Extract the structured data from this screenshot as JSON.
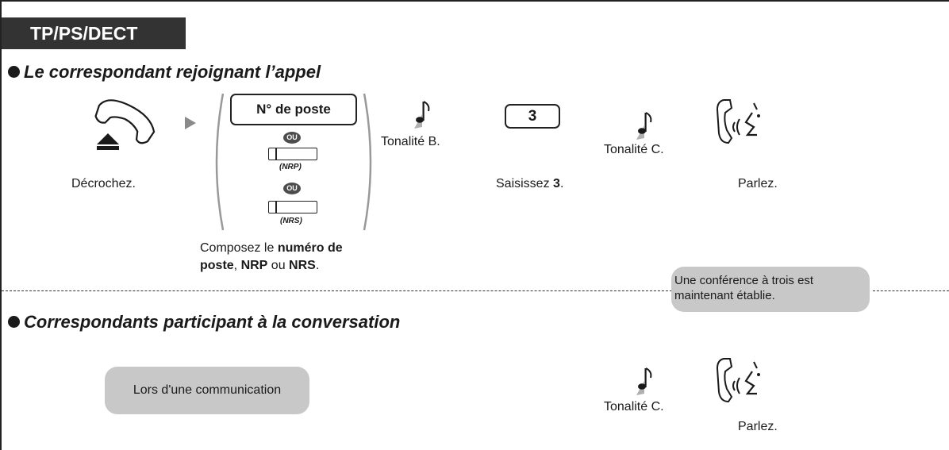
{
  "header": {
    "title": "TP/PS/DECT"
  },
  "section1": {
    "title": "Le correspondant rejoignant l’appel",
    "step_offhook": "Décrochez.",
    "ext_key": "N° de poste",
    "or_label": "OU",
    "nrp_label": "(NRP)",
    "nrs_label": "(NRS)",
    "dial_text_1": "Composez le ",
    "dial_bold_1": "numéro de",
    "dial_bold_2": "poste",
    "dial_text_2": ", ",
    "dial_bold_3": "NRP",
    "dial_text_3": " ou ",
    "dial_bold_4": "NRS",
    "dial_text_4": ".",
    "tone_b": "Tonalité B.",
    "key_3": "3",
    "enter_text": "Saisissez ",
    "enter_bold": "3",
    "enter_end": ".",
    "tone_c": "Tonalité C.",
    "talk": "Parlez."
  },
  "note": {
    "line1": "Une conférence à trois est",
    "line2": "maintenant établie."
  },
  "section2": {
    "title": "Correspondants participant à la conversation",
    "during_call": "Lors d'une communication",
    "tone_c": "Tonalité C.",
    "talk": "Parlez."
  }
}
